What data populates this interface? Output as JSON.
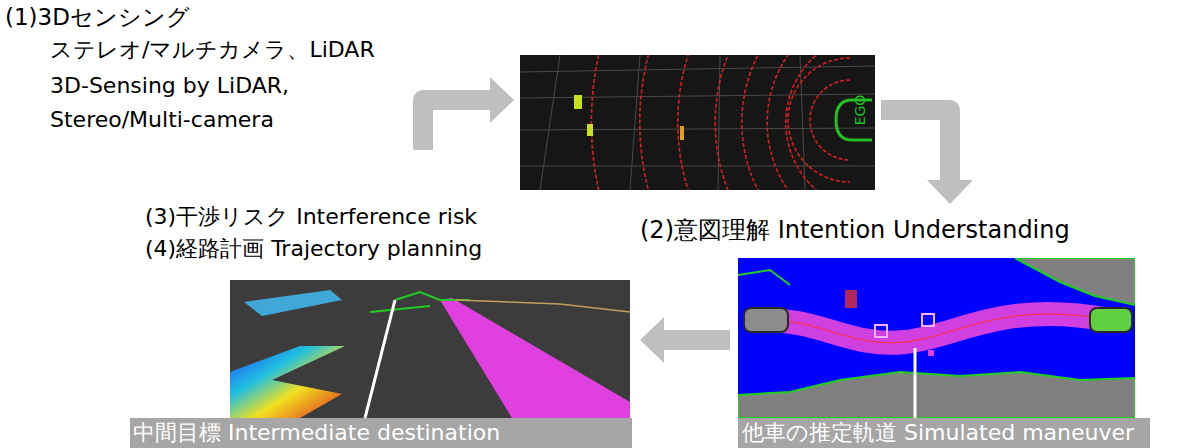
{
  "diagram": {
    "nodes": [
      {
        "text": [
          "(1)3Dセンシング",
          "ステレオ/マルチカメラ、LiDAR",
          "3D-Sensing by LiDAR, Stereo/Multi-camera"
        ]
      },
      {
        "text": [
          "EGO"
        ]
      },
      {
        "text": [
          "(2)意図理解 Intention Understanding",
          "他車の推定軌道 Simulated maneuver"
        ]
      },
      {
        "text": [
          "(3)干渉リスク Interference risk",
          "(4)経路計画 Trajectory planning",
          "中間目標 Intermediate destination"
        ]
      }
    ],
    "edges": [
      {
        "from": 0,
        "to": 1,
        "arrow": "to"
      },
      {
        "from": 1,
        "to": 2,
        "arrow": "to"
      },
      {
        "from": 2,
        "to": 3,
        "arrow": "to"
      }
    ]
  }
}
